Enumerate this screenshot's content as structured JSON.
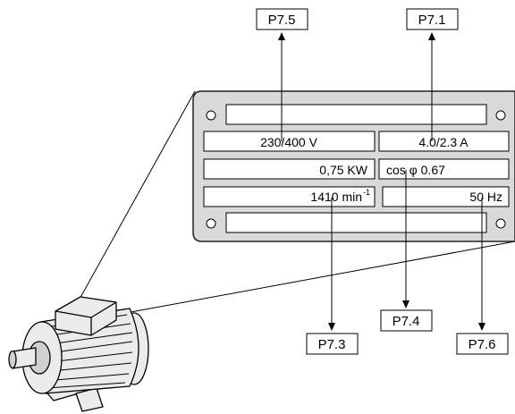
{
  "labels": {
    "p75": "P7.5",
    "p71": "P7.1",
    "p73": "P7.3",
    "p74": "P7.4",
    "p76": "P7.6"
  },
  "plate": {
    "voltage": "230/400 V",
    "current": "4.0/2.3 A",
    "power": "0,75 KW",
    "cos_phi": "cos φ 0.67",
    "speed": "1410 min",
    "speed_exp": "-1",
    "frequency": "50 Hz"
  },
  "colors": {
    "plate_fill": "#d9d9d9",
    "plate_stroke": "#222222",
    "motor_fill": "#ebebeb",
    "line": "#000000"
  },
  "icons": {
    "motor": "electric-motor-icon",
    "screw": "screw-icon"
  }
}
